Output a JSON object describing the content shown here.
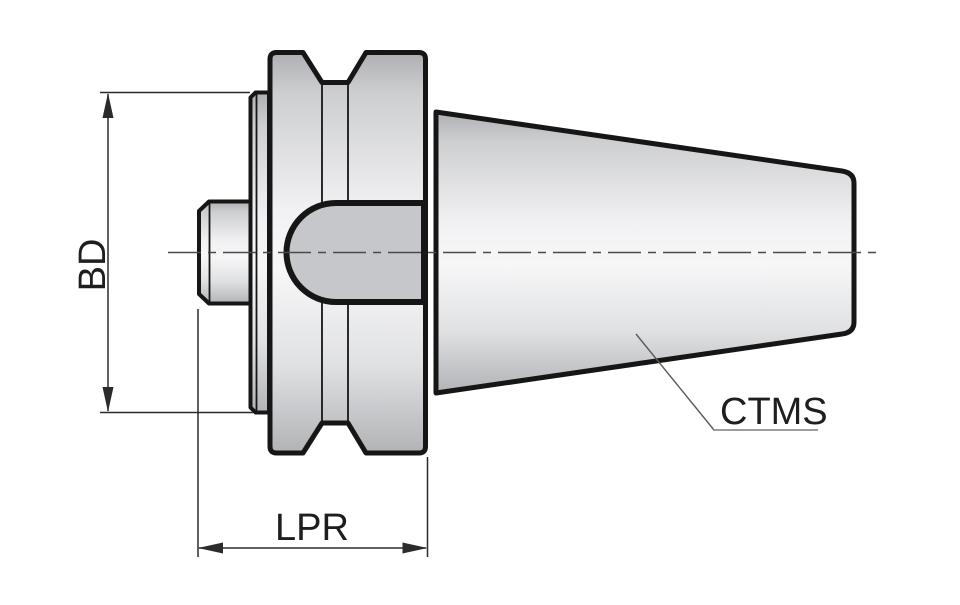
{
  "drawing": {
    "kind": "tool-holder taper shank side view",
    "labels": {
      "bd": "BD",
      "lpr": "LPR",
      "ctms": "CTMS"
    }
  },
  "colors": {
    "background": "#ffffff",
    "outline": "#161616",
    "dim_line": "#2b2b2b",
    "label_text": "#1e1e1e",
    "dome_fill": "#c6c7ca",
    "leader": "#5a5a5a",
    "leader_underline": "#8f8f8f",
    "centerline": "#4a4a4a"
  }
}
